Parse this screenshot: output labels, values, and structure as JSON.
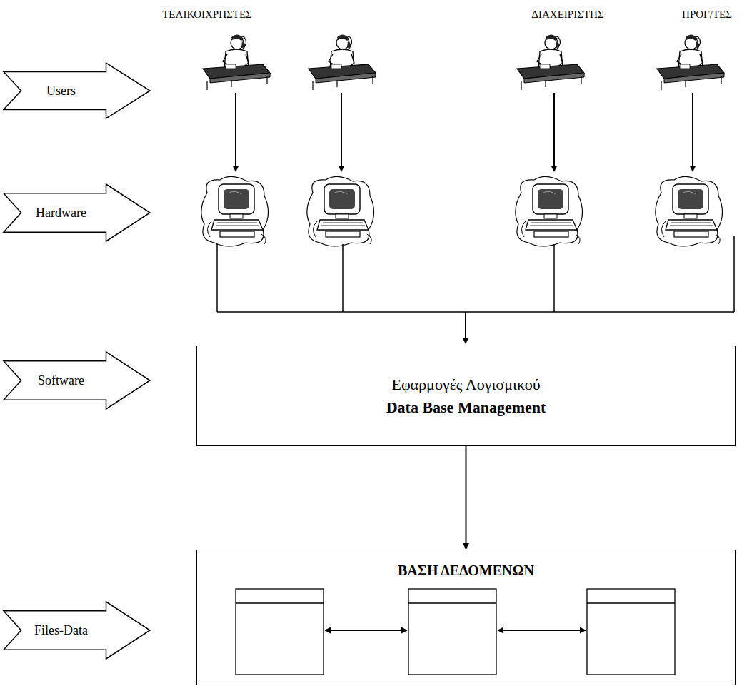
{
  "diagram": {
    "nodes": [
      {
        "text": [
          "Users"
        ]
      },
      {
        "text": [
          "Hardware"
        ]
      },
      {
        "text": [
          "Software"
        ]
      },
      {
        "text": [
          "Εφαρμογές Λογισμικού",
          "Data Base Management"
        ]
      },
      {
        "text": [
          "Files-Data"
        ]
      },
      {
        "text": [
          "ΒΑΣΗ ΔΕΔΟΜΕΝΩΝ"
        ]
      }
    ],
    "edges": [
      {
        "from": 3,
        "to": 5,
        "arrow": "to"
      }
    ],
    "labels": [
      "ΤΕΛΙΚΟΙΧΡΗΣΤΕΣ",
      "ΔΙΑΧΕΙΡΙΣΤΗΣ",
      "ΠΡΟΓ/ΤΕΣ"
    ]
  }
}
